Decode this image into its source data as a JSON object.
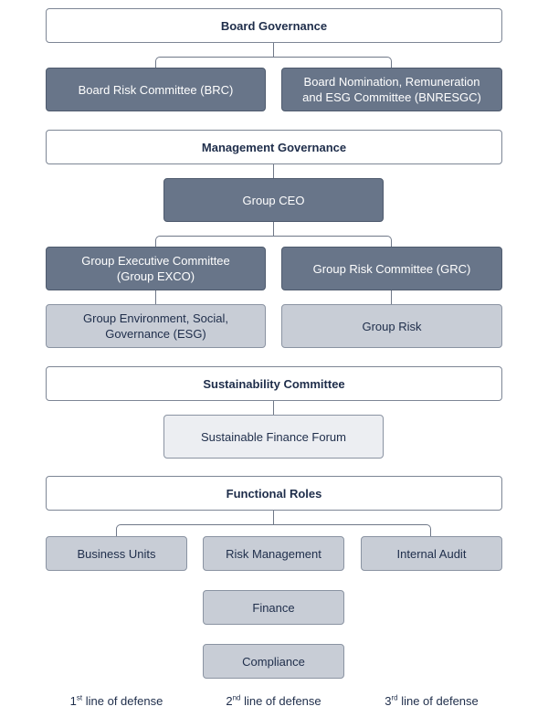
{
  "board": {
    "title": "Board Governance",
    "brc": "Board Risk Committee (BRC)",
    "bnresgc_line1": "Board Nomination, Remuneration",
    "bnresgc_line2": "and ESG Committee (BNRESGC)"
  },
  "management": {
    "title": "Management Governance",
    "ceo": "Group CEO",
    "exco_line1": "Group Executive Committee",
    "exco_line2": "(Group EXCO)",
    "grc": "Group Risk Committee  (GRC)",
    "esg_line1": "Group Environment, Social,",
    "esg_line2": "Governance (ESG)",
    "group_risk": "Group Risk"
  },
  "sustainability": {
    "title": "Sustainability Committee",
    "forum": "Sustainable Finance Forum"
  },
  "functional": {
    "title": "Functional Roles",
    "business_units": "Business Units",
    "risk_management": "Risk Management",
    "internal_audit": "Internal Audit",
    "finance": "Finance",
    "compliance": "Compliance"
  },
  "legend": [
    {
      "num": "1",
      "sup": "st",
      "text": " line of defense"
    },
    {
      "num": "2",
      "sup": "nd",
      "text": " line of defense"
    },
    {
      "num": "3",
      "sup": "rd",
      "text": " line of defense"
    }
  ]
}
